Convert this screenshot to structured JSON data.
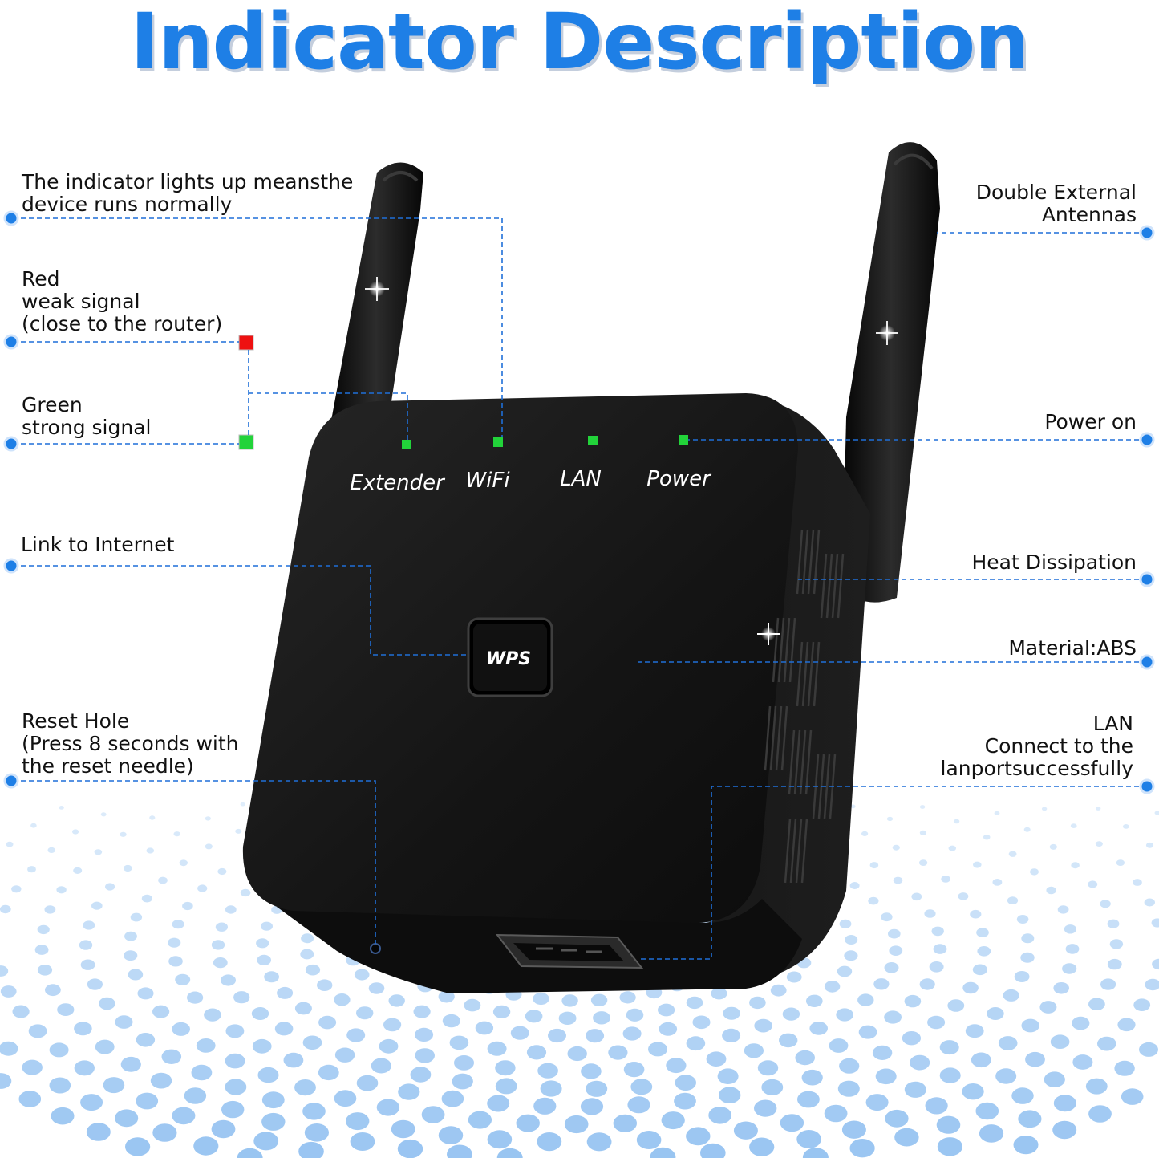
{
  "title": "Indicator Description",
  "colors": {
    "accent": "#1e7fe6",
    "leader_line": "#1f6fd8",
    "led_green": "#22d33a",
    "led_red": "#ee1111",
    "dot_pattern": "#7fb6ee",
    "device": "#151515"
  },
  "device": {
    "indicators": [
      "Extender",
      "WiFi",
      "LAN",
      "Power"
    ],
    "wps_label": "WPS"
  },
  "callouts": {
    "left": {
      "indicator_normal": [
        "The indicator lights up meansthe",
        "device runs normally"
      ],
      "red": [
        "Red",
        "weak signal",
        "(close to the router)"
      ],
      "green": [
        "Green",
        "strong signal"
      ],
      "link": [
        "Link to Internet"
      ],
      "reset": [
        "Reset Hole",
        "(Press 8 seconds with",
        "the reset needle)"
      ]
    },
    "right": {
      "antennas": [
        "Double External",
        "Antennas"
      ],
      "power": [
        "Power on"
      ],
      "heat": [
        "Heat Dissipation"
      ],
      "material": [
        "Material:ABS"
      ],
      "lan": [
        "LAN",
        "Connect to the",
        "lanportsuccessfully"
      ]
    }
  }
}
